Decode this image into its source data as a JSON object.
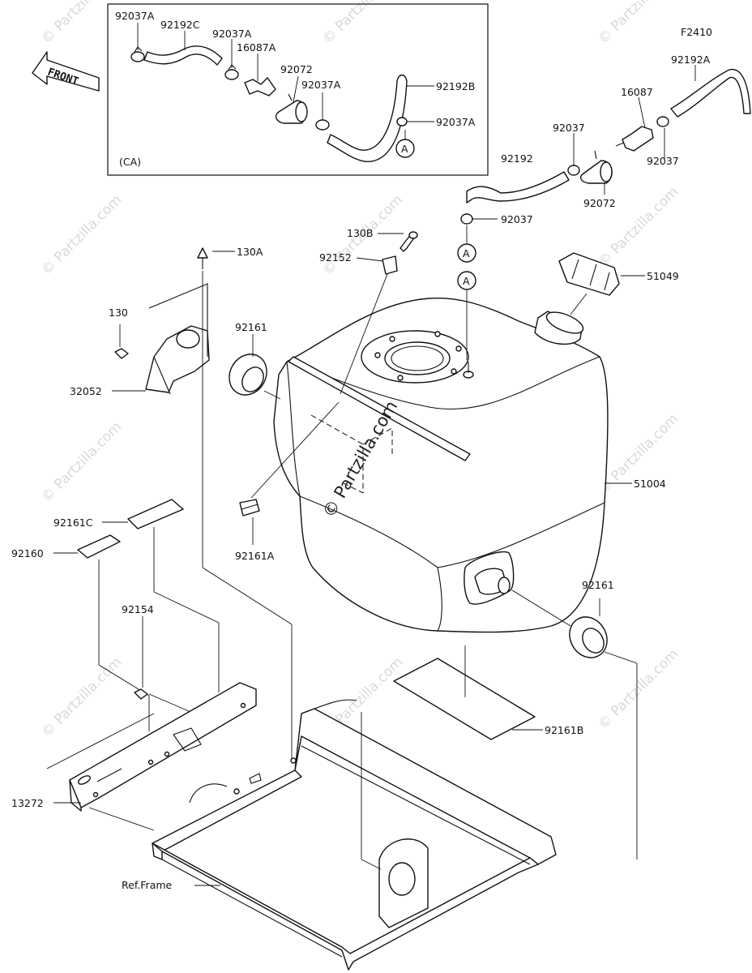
{
  "figure_code": "F2410",
  "front_label": "FRONT",
  "inset_label": "(CA)",
  "ref_frame_label": "Ref.Frame",
  "circle_marker": "A",
  "watermark_text": "© Partzilla.com",
  "labels": {
    "p92037A_1": "92037A",
    "p92192C": "92192C",
    "p92037A_2": "92037A",
    "p16087A": "16087A",
    "p92072_ca": "92072",
    "p92037A_3": "92037A",
    "p92192B": "92192B",
    "p92037A_4": "92037A",
    "p92192A": "92192A",
    "p16087": "16087",
    "p92037_1": "92037",
    "p92037_2": "92037",
    "p92192": "92192",
    "p92072": "92072",
    "p92037_3": "92037",
    "p130B": "130B",
    "p92152": "92152",
    "p130A": "130A",
    "p51049": "51049",
    "p130": "130",
    "p92161_1": "92161",
    "p32052": "32052",
    "p51004": "51004",
    "p92161C": "92161C",
    "p92160": "92160",
    "p92161A": "92161A",
    "p92161_2": "92161",
    "p92154": "92154",
    "p92161B": "92161B",
    "p13272": "13272"
  }
}
